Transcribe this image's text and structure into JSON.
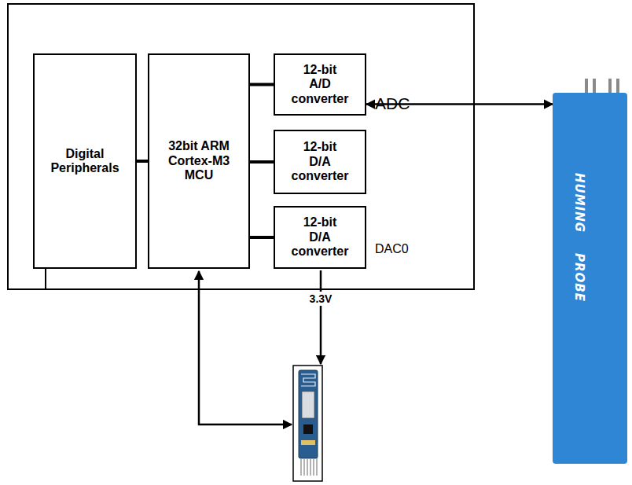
{
  "diagram": {
    "nodes": [
      {
        "text": [
          "Digital Peripherals"
        ]
      },
      {
        "text": [
          "32bit ARM Cortex-M3 MCU"
        ]
      },
      {
        "text": [
          "12-bit A/D converter"
        ]
      },
      {
        "text": [
          "12-bit D/A converter"
        ]
      },
      {
        "text": [
          "12-bit D/A converter"
        ]
      },
      {
        "text": [
          "HUMING",
          "PROBE"
        ]
      }
    ],
    "edges": [
      {
        "from": 0,
        "to": 1,
        "arrow": "none"
      },
      {
        "from": 1,
        "to": 2,
        "arrow": "none"
      },
      {
        "from": 1,
        "to": 3,
        "arrow": "none"
      },
      {
        "from": 1,
        "to": 4,
        "arrow": "none"
      },
      {
        "from": 2,
        "to": 5,
        "arrow": "both"
      }
    ],
    "labels": [
      "ADC",
      "DAC0",
      "3.3V"
    ]
  }
}
